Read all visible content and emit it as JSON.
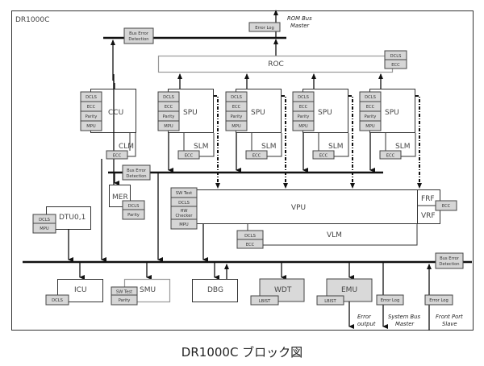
{
  "diagram": {
    "frame_label": "DR1000C",
    "caption": "DR1000C ブロック図",
    "top": {
      "bus_error_detection": "Bus Error Detection",
      "error_log": "Error Log",
      "rom_bus_master_1": "ROM Bus",
      "rom_bus_master_2": "Master"
    },
    "roc": {
      "label": "ROC",
      "tags": [
        "DCLS",
        "ECC"
      ]
    },
    "ccu": {
      "label": "CCU",
      "tags": [
        "DCLS",
        "ECC",
        "Parity",
        "MPU"
      ],
      "mem": "CLM",
      "mem_tag": "ECC"
    },
    "spus": [
      {
        "label": "SPU",
        "tags": [
          "DCLS",
          "ECC",
          "Parity",
          "MPU"
        ],
        "mem": "SLM",
        "mem_tag": "ECC"
      },
      {
        "label": "SPU",
        "tags": [
          "DCLS",
          "ECC",
          "Parity",
          "MPU"
        ],
        "mem": "SLM",
        "mem_tag": "ECC"
      },
      {
        "label": "SPU",
        "tags": [
          "DCLS",
          "ECC",
          "Parity",
          "MPU"
        ],
        "mem": "SLM",
        "mem_tag": "ECC"
      },
      {
        "label": "SPU",
        "tags": [
          "DCLS",
          "ECC",
          "Parity",
          "MPU"
        ],
        "mem": "SLM",
        "mem_tag": "ECC"
      }
    ],
    "mid": {
      "bus_error_detection_1": "Bus Error",
      "bus_error_detection_2": "Detection"
    },
    "mer": {
      "label": "MER",
      "tags": [
        "DCLS",
        "Parity"
      ]
    },
    "dtu": {
      "label": "DTU0,1",
      "tags": [
        "DCLS",
        "MPU"
      ]
    },
    "vpu": {
      "label": "VPU",
      "tags": [
        "SW Test",
        "DCLS",
        "HW",
        "Checker",
        "MPU"
      ],
      "frf": "FRF",
      "vrf": "VRF",
      "rf_tag": "ECC"
    },
    "vlm": {
      "label": "VLM",
      "tags": [
        "DCLS",
        "ECC"
      ]
    },
    "bottom": {
      "bus_error_detection_1": "Bus Error",
      "bus_error_detection_2": "Detection",
      "icu": {
        "label": "ICU",
        "tag": "DCLS"
      },
      "smu": {
        "label": "SMU",
        "tags": [
          "SW Test",
          "Parity"
        ]
      },
      "dbg": {
        "label": "DBG"
      },
      "wdt": {
        "label": "WDT",
        "tag": "LBIST"
      },
      "emu": {
        "label": "EMU",
        "tag": "LBIST"
      },
      "error_log_1": "Error Log",
      "error_log_2": "Error Log",
      "error_output_1": "Error",
      "error_output_2": "output",
      "sys_bus_master_1": "System Bus",
      "sys_bus_master_2": "Master",
      "front_port_1": "Front Port",
      "front_port_2": "Slave"
    }
  }
}
